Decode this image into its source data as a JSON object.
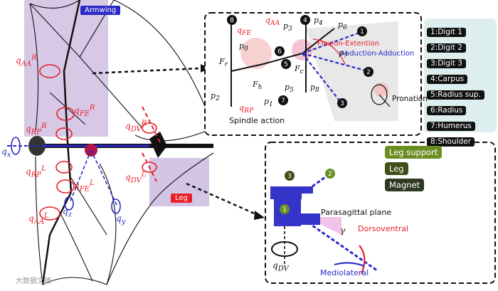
{
  "labels": {
    "armwing": "Armwing",
    "leg": "Leg",
    "spindle_action": "Spindle action",
    "flexion_extension": "Flexion-Extention",
    "abduction_adduction": "Abduction-Adduction",
    "pronation": "Pronation",
    "parasagittal_plane": "Parasagittal plane",
    "dorsoventral": "Dorsoventral",
    "mediolateral": "Mediolateral",
    "watermark": "大数据文摘"
  },
  "symbols": {
    "q_AA_R": "q",
    "q_FE_R": "q",
    "q_RP_R": "q",
    "q_RP_L": "q",
    "q_FE_L": "q",
    "q_AA_L": "q",
    "q_DV_R": "q",
    "q_DV_L": "q",
    "q_x": "q",
    "q_y": "q",
    "q_z": "q",
    "q_DV": "q",
    "gamma": "γ",
    "p0": "p",
    "p1": "p",
    "p2": "p",
    "p3": "p",
    "p4": "p",
    "p5": "p",
    "p6": "p",
    "p7": "p",
    "p8": "p",
    "Fr": "F",
    "Fh": "F",
    "Fc": "F"
  },
  "joint_legend": [
    {
      "num": "1",
      "label": "1:Digit 1"
    },
    {
      "num": "2",
      "label": "2:Digit 2"
    },
    {
      "num": "3",
      "label": "3:Digit 3"
    },
    {
      "num": "4",
      "label": "4:Carpus"
    },
    {
      "num": "5",
      "label": "5:Radius sup."
    },
    {
      "num": "6",
      "label": "6:Radius"
    },
    {
      "num": "7",
      "label": "7:Humerus"
    },
    {
      "num": "8",
      "label": "8:Shoulder"
    }
  ],
  "leg_legend": [
    {
      "label": "Leg support",
      "color": "#6b8e23"
    },
    {
      "label": "Leg",
      "color": "#3f4f1a"
    },
    {
      "label": "Magnet",
      "color": "#2f3a22"
    }
  ],
  "colors": {
    "armwing_region": "#c9b8de",
    "leg_region": "#c7b9dc",
    "right_panel": "#ddeeee",
    "accent_red": "#e8202a",
    "accent_blue": "#2a2ac8"
  }
}
